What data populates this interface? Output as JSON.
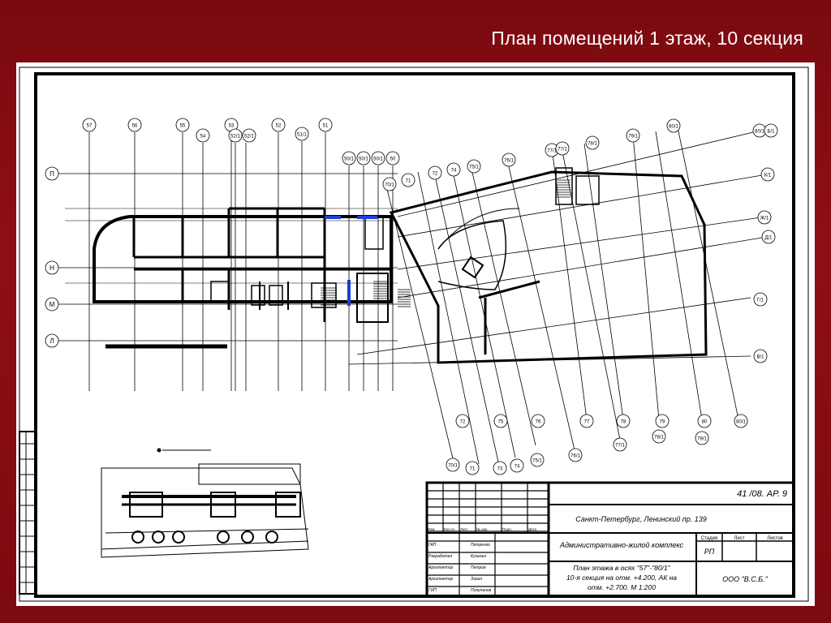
{
  "slide": {
    "title": "План помещений 1 этаж, 10 секция"
  },
  "axes": {
    "top": [
      "57",
      "56",
      "55",
      "54",
      "53",
      "52/1",
      "52/1",
      "52",
      "51/1",
      "51",
      "50/1",
      "50/1",
      "50/1",
      "50",
      "70/1",
      "71",
      "72",
      "74",
      "75/1",
      "76/1",
      "77/1",
      "77/1",
      "78/1",
      "79/1",
      "80/1",
      "80/1"
    ],
    "left": [
      "П",
      "Н",
      "М",
      "Л"
    ],
    "right": [
      "К/1",
      "Ж/1",
      "Д/1",
      "Г/1",
      "В/1",
      "Б/1"
    ],
    "bottom": [
      "70/1",
      "71",
      "73",
      "74",
      "75/1",
      "76/1",
      "72",
      "75",
      "76",
      "77",
      "78",
      "79",
      "80",
      "80/1",
      "77/1",
      "78/1",
      "79/1"
    ]
  },
  "stamp": {
    "code": "41 /08. АР. 9",
    "location": "Санкт-Петербург, Ленинский пр. 139",
    "project": "Административно-жилой комплекс",
    "sheet_title_lines": [
      "План этажа в осях \"57\"-\"80/1\"",
      "10-я секция на отм. +4.200, АК на",
      "отм. +2.700.  М 1:200"
    ],
    "company": "ООО \"В.С.Б.\"",
    "stage_header": "Стадия",
    "sheet_header": "Лист",
    "sheets_header": "Листов",
    "stage": "РП",
    "col_headers": [
      "Изм.",
      "Кол.уч",
      "Лист",
      "№ док.",
      "Подп.",
      "Дата"
    ],
    "roles": [
      "ГАП",
      "Разработал",
      "Архитектор",
      "Архитектор",
      "ГИП"
    ],
    "names": [
      "Петренко",
      "Кузьмин",
      "Петров",
      "Зорин",
      "Полупанов"
    ]
  }
}
